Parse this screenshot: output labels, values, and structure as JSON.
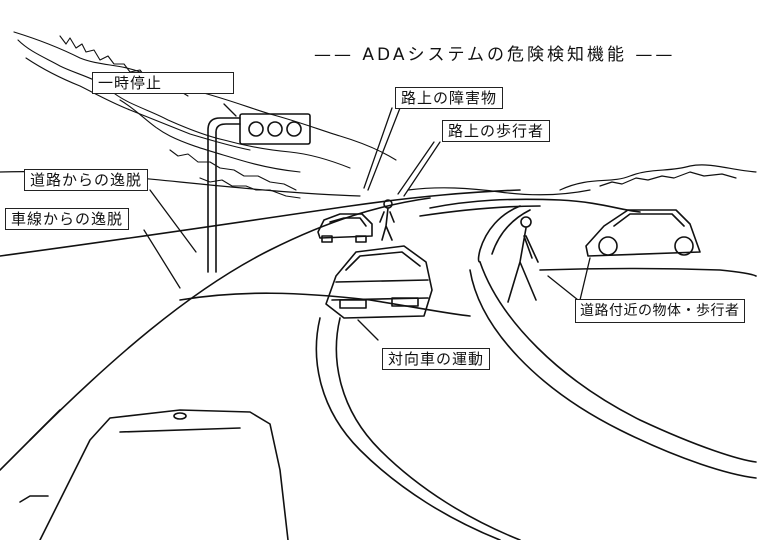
{
  "title": "ADAシステムの危険検知機能",
  "labels": {
    "stop": "一時停止",
    "obstacle": "路上の障害物",
    "pedestrian_on_road": "路上の歩行者",
    "road_departure": "道路からの逸脱",
    "lane_departure": "車線からの逸脱",
    "roadside_objects": "道路付近の物体・歩行者",
    "oncoming_vehicle": "対向車の運動"
  }
}
